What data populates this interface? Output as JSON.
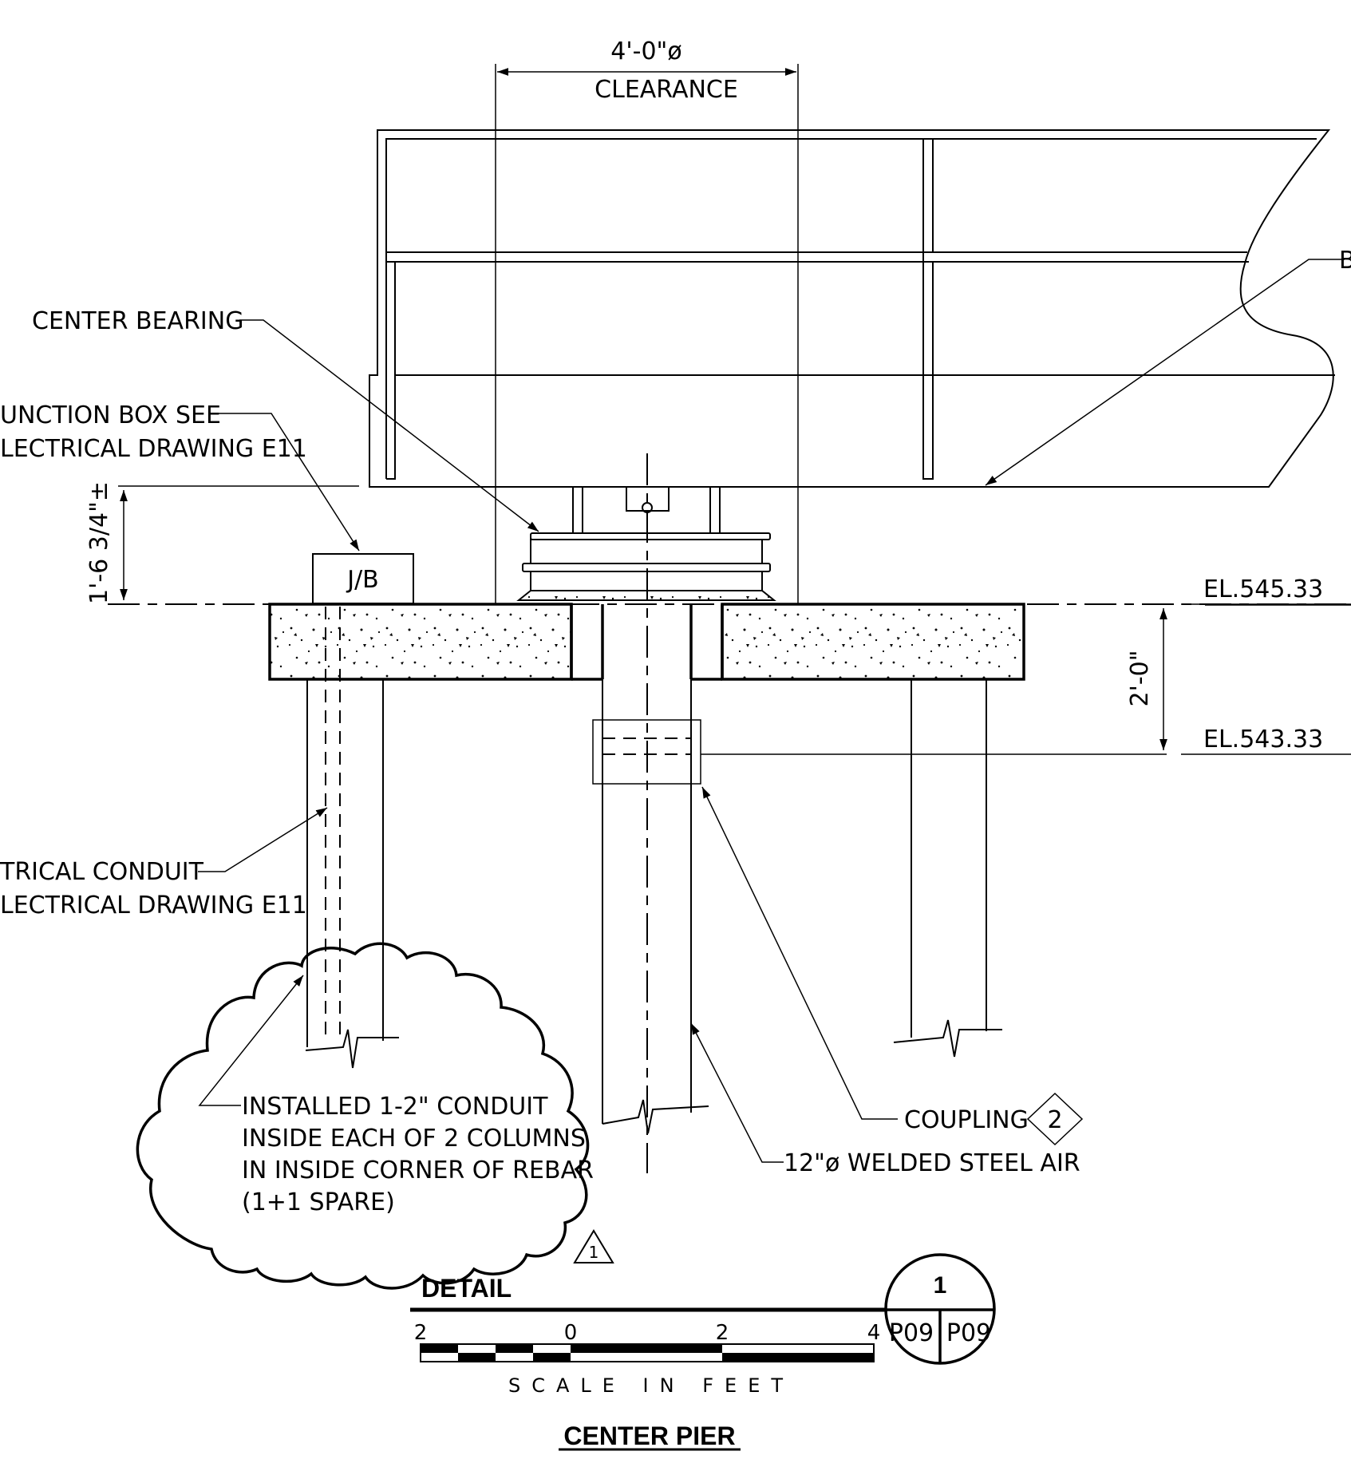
{
  "dimensions": {
    "clearance_value": "4'-0\"ø",
    "clearance_label": "CLEARANCE",
    "height_above_slab": "1'-6 3/4\"±",
    "slab_thickness": "2'-0\""
  },
  "elevations": {
    "top": "EL.545.33",
    "bottom": "EL.543.33"
  },
  "labels": {
    "center_bearing": "CENTER BEARING",
    "junction_box_1": "UNCTION BOX SEE",
    "junction_box_2": "LECTRICAL DRAWING E11",
    "jb_tag": "J/B",
    "right_edge_b": "B",
    "conduit_1": "TRICAL CONDUIT",
    "conduit_2": "LECTRICAL DRAWING E11",
    "coupling": "COUPLING",
    "coupling_tag": "2",
    "air_pipe": "12\"ø WELDED STEEL AIR",
    "revision_tag": "1"
  },
  "cloud_note": {
    "line1": "INSTALLED 1-2\" CONDUIT",
    "line2": "INSIDE EACH OF 2 COLUMNS",
    "line3": "IN INSIDE CORNER OF REBAR",
    "line4": "(1+1 SPARE)"
  },
  "title_block": {
    "detail_label": "DETAIL",
    "detail_number": "1",
    "sheet_left": "P09",
    "sheet_right": "P09",
    "scale_ticks": [
      "2",
      "0",
      "2",
      "4"
    ],
    "scale_caption": "SCALE IN FEET",
    "title": "CENTER PIER"
  }
}
